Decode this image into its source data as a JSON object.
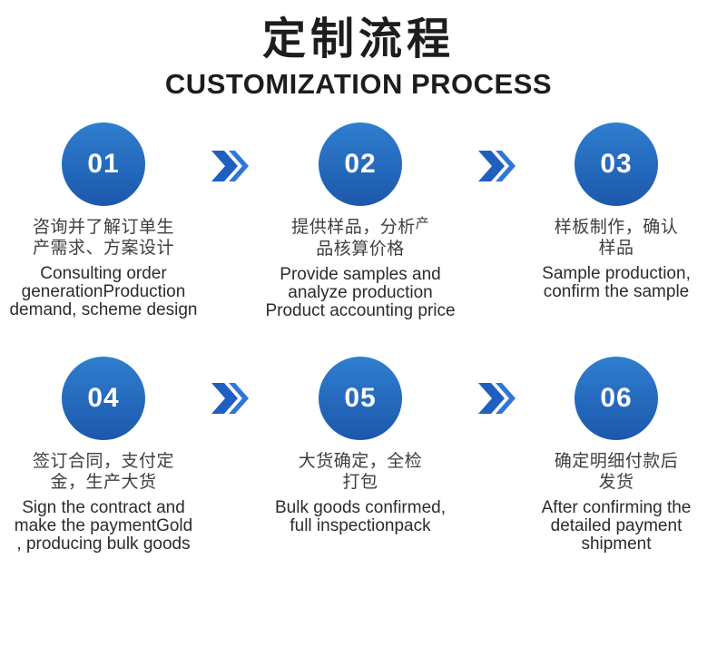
{
  "header": {
    "title_zh": "定制流程",
    "title_en": "CUSTOMIZATION PROCESS"
  },
  "colors": {
    "background": "#ffffff",
    "title": "#1d1d1d",
    "text_zh": "#3f3f3f",
    "text_en": "#2c2c2c",
    "circle_top": "#2f7ecf",
    "circle_bottom": "#1c58ac",
    "arrow_primary": "#1e5fc0",
    "arrow_secondary": "#2f77d6"
  },
  "steps": [
    {
      "number": "01",
      "zh": [
        "咨询并了解订单生",
        "产需求、方案设计"
      ],
      "en": [
        "Consulting order",
        "generationProduction",
        "demand, scheme design"
      ]
    },
    {
      "number": "02",
      "zh_parts": [
        "提供样品，分析",
        "产",
        "品核算价格"
      ],
      "en": [
        "Provide samples and",
        "analyze production",
        "Product accounting price"
      ]
    },
    {
      "number": "03",
      "zh": [
        "样板制作，确认",
        "样品"
      ],
      "en": [
        "Sample production,",
        "confirm the sample"
      ]
    },
    {
      "number": "04",
      "zh": [
        "签订合同，支付定",
        "金，生产大货"
      ],
      "en": [
        "Sign the contract and",
        "make the paymentGold",
        ", producing bulk goods"
      ]
    },
    {
      "number": "05",
      "zh": [
        "大货确定，全检",
        "打包"
      ],
      "en": [
        "Bulk goods confirmed,",
        "full inspectionpack"
      ]
    },
    {
      "number": "06",
      "zh": [
        "确定明细付款后",
        "发货"
      ],
      "en": [
        "After confirming the",
        "detailed payment",
        "shipment"
      ]
    }
  ],
  "arrow_icon": "double-chevron-right"
}
